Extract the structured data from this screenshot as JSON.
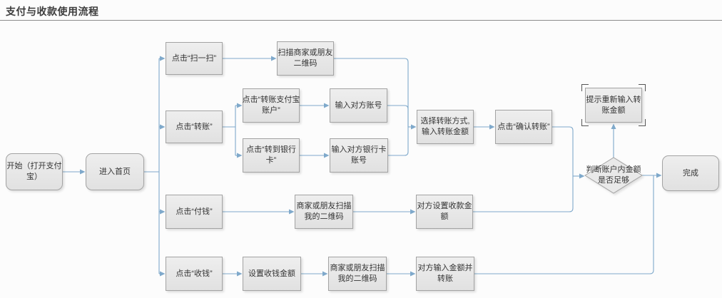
{
  "page": {
    "title": "支付与收款使用流程"
  },
  "colors": {
    "connector": "#7fa9cb",
    "node-border": "#a3a3a3",
    "node-text": "#333333",
    "title-text": "#3c3c3c",
    "selection": "#555555",
    "background": "#fcfcfc"
  },
  "flowchart": {
    "nodes": {
      "start": "开始（打开支付\n宝）",
      "home": "进入首页",
      "scan": "点击“扫一扫”",
      "scan_qr": "扫描商家或朋友\n二维码",
      "transfer": "点击“转账”",
      "transfer_alipay": "点击“转账支付宝\n账户”",
      "enter_account": "输入对方账号",
      "transfer_bank": "点击“转到银行\n卡”",
      "enter_bank": "输入对方银行卡\n账号",
      "choose_method": "选择转账方式,\n输入转账金额",
      "confirm": "点击“确认转账”",
      "pay": "点击“付钱”",
      "pay_scan": "商家或朋友扫描\n我的二维码",
      "pay_amount": "对方设置收款金\n额",
      "receive": "点击“收钱”",
      "set_amount": "设置收钱金额",
      "receive_scan": "商家或朋友扫描\n我的二维码",
      "receive_transfer": "对方输入金额并\n转账",
      "reenter": "提示重新输入转\n账金额",
      "decision": "判断账户内金额\n是否足够",
      "done": "完成"
    }
  }
}
